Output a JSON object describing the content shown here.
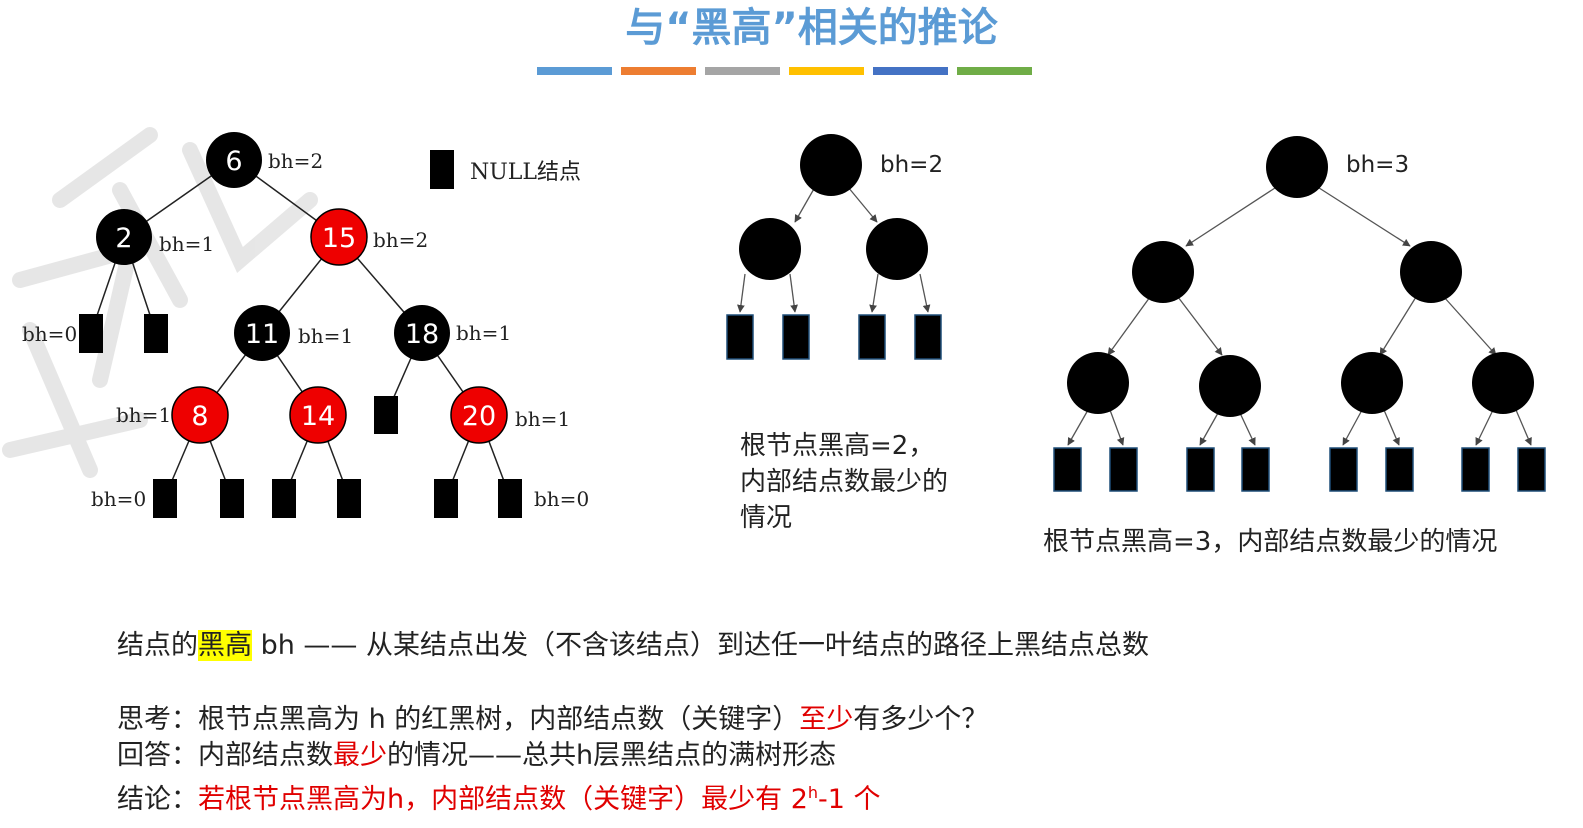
{
  "title": "与“黑高”相关的推论",
  "title_bar_colors": [
    "#5b9bd5",
    "#ed7d31",
    "#a5a5a5",
    "#ffc000",
    "#4472c4",
    "#70ad47"
  ],
  "legend": {
    "label": "NULL结点"
  },
  "tree1": {
    "nodes": [
      {
        "key": "6",
        "color": "black",
        "bh": "bh=2"
      },
      {
        "key": "2",
        "color": "black",
        "bh": "bh=1"
      },
      {
        "key": "15",
        "color": "red",
        "bh": "bh=2"
      },
      {
        "key": "11",
        "color": "black",
        "bh": "bh=1"
      },
      {
        "key": "18",
        "color": "black",
        "bh": "bh=1"
      },
      {
        "key": "8",
        "color": "red",
        "bh": "bh=1"
      },
      {
        "key": "14",
        "color": "red",
        "bh": ""
      },
      {
        "key": "20",
        "color": "red",
        "bh": "bh=1"
      }
    ],
    "leaf_labels": [
      "bh=0",
      "bh=0",
      "bh=0"
    ]
  },
  "tree2": {
    "bh_label": "bh=2"
  },
  "tree3": {
    "bh_label": "bh=3"
  },
  "caption_mid": "根节点黑高=2，内部结点数最少的情况",
  "caption_right": "根节点黑高=3，内部结点数最少的情况",
  "definition": {
    "prefix": "结点的",
    "highlight": "黑高",
    "rest": " bh —— 从某结点出发（不含该结点）到达任一叶结点的路径上黑结点总数"
  },
  "think": {
    "prefix": "思考：根节点黑高为 h 的红黑树，内部结点数（关键字）",
    "red": "至少",
    "suffix": "有多少个？"
  },
  "answer": {
    "prefix": "回答：内部结点数",
    "red": "最少",
    "suffix": "的情况——总共h层黑结点的满树形态"
  },
  "conclusion": {
    "prefix": "结论：",
    "red": "若根节点黑高为h，内部结点数（关键字）最少有 2",
    "sup": "h",
    "tail": "-1 个"
  }
}
